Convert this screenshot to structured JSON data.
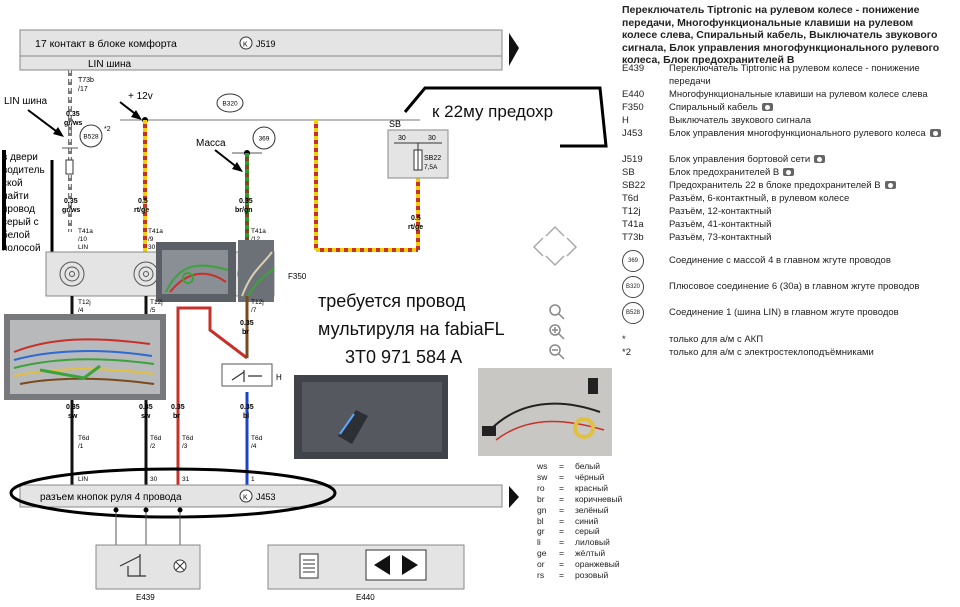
{
  "header_title": "Переключатель Tiptronic на рулевом колесе - понижение передачи, Многофункциональные клавиши на рулевом колесе слева, Спиральный кабель, Выключатель звукового сигнала, Блок управления многофункционального рулевого колеса, Блок предохранителей B",
  "legend": [
    {
      "code": "E439",
      "desc": "Переключатель Tiptronic на рулевом колесе - понижение передачи"
    },
    {
      "code": "E440",
      "desc": "Многофункциональные клавиши на рулевом колесе слева"
    },
    {
      "code": "F350",
      "desc": "Спиральный кабель",
      "camera": true
    },
    {
      "code": "H",
      "desc": "Выключатель звукового сигнала"
    },
    {
      "code": "J453",
      "desc": "Блок управления многофункционального рулевого колеса",
      "camera": true
    },
    {
      "code": "J519",
      "desc": "Блок управления бортовой сети",
      "camera": true
    },
    {
      "code": "SB",
      "desc": "Блок предохранителей B",
      "camera": true
    },
    {
      "code": "SB22",
      "desc": "Предохранитель 22 в блоке предохранителей B",
      "camera": true
    },
    {
      "code": "T6d",
      "desc": "Разъём, 6-контактный, в рулевом колесе"
    },
    {
      "code": "T12j",
      "desc": "Разъём, 12-контактный"
    },
    {
      "code": "T41a",
      "desc": "Разъём, 41-контактный"
    },
    {
      "code": "T73b",
      "desc": "Разъём, 73-контактный"
    }
  ],
  "connections": [
    {
      "code": "369",
      "desc": "Соединение с массой 4 в главном жгуте проводов"
    },
    {
      "code": "B320",
      "desc": "Плюсовое соединение 6 (30a) в главном жгуте проводов"
    },
    {
      "code": "B528",
      "desc": "Соединение 1 (шина LIN) в главном жгуте проводов"
    }
  ],
  "footnotes": [
    {
      "mark": "*",
      "desc": "только для а/м с АКП"
    },
    {
      "mark": "*2",
      "desc": "только для а/м с электростеклоподъёмниками"
    }
  ],
  "colors": [
    {
      "abbr": "ws",
      "name": "белый"
    },
    {
      "abbr": "sw",
      "name": "чёрный"
    },
    {
      "abbr": "ro",
      "name": "красный"
    },
    {
      "abbr": "br",
      "name": "коричневый"
    },
    {
      "abbr": "gn",
      "name": "зелёный"
    },
    {
      "abbr": "bl",
      "name": "синий"
    },
    {
      "abbr": "gr",
      "name": "серый"
    },
    {
      "abbr": "li",
      "name": "лиловый"
    },
    {
      "abbr": "ge",
      "name": "жёлтый"
    },
    {
      "abbr": "or",
      "name": "оранжевый"
    },
    {
      "abbr": "rs",
      "name": "розовый"
    }
  ],
  "diagram": {
    "j519_label": "17 контакт в блоке комфорта",
    "j519_code": "J519",
    "lin_bus": "LIN шина",
    "lin_bus_note": "LIN шина",
    "plus12": "+ 12v",
    "massa": "Массa",
    "b320": "B320",
    "b528": "B528",
    "g369": "369",
    "sb": "SB",
    "sb22": "SB22",
    "sb22_rating": "7,5A",
    "sb_pins": "30",
    "f350": "F350",
    "h": "H",
    "e439": "E439",
    "e440": "E440",
    "j453_label": "разъем кнопок руля 4 провода",
    "j453_code": "J453",
    "fuse_note": "к 22му предохр",
    "request_line1": "требуется провод",
    "request_line2": "мультируля на fabiaFL",
    "request_line3": "3T0 971 584 A",
    "door_note": [
      "в двери",
      "водитель",
      "ской",
      "найти",
      "провод",
      "серый с",
      "белой",
      "полосой"
    ],
    "t73b": "T73b",
    "t73b_pin": "/17",
    "t41a": "T41a",
    "t12j": "T12j",
    "t6d": "T6d",
    "star2": "*2",
    "wires": [
      {
        "size": "0.35",
        "color": "gr/ws",
        "top_pin": "/10",
        "top_pin_label": "LIN",
        "t12_pin": "/4",
        "sec_size": "0.35",
        "sec_color": "sw",
        "t6_pin": "/1",
        "t6_label": "LIN"
      },
      {
        "size": "0.5",
        "color": "rt/ge",
        "top_pin": "/9",
        "top_pin_label": "30",
        "t12_pin": "/5",
        "sec_size": "0.35",
        "sec_color": "sw",
        "t6_pin": "/2",
        "t6_label": "30"
      },
      {
        "size": "0.35",
        "color": "br/gn",
        "top_pin": "/12",
        "top_pin_label": "31",
        "t12_pin": "/7",
        "sec_size": "0.35",
        "sec_color": "br",
        "t6_pin": "/3",
        "t6_label": "31"
      },
      {
        "size": "0.35",
        "color": "br",
        "t6_pin": "/4",
        "t6_label": "1",
        "sec_size": "0.35",
        "sec_color": "bl"
      }
    ],
    "sb_out_size": "0.5",
    "sb_out_color": "rt/ge",
    "lin_size": "0.35",
    "lin_color": "gr/ws"
  }
}
